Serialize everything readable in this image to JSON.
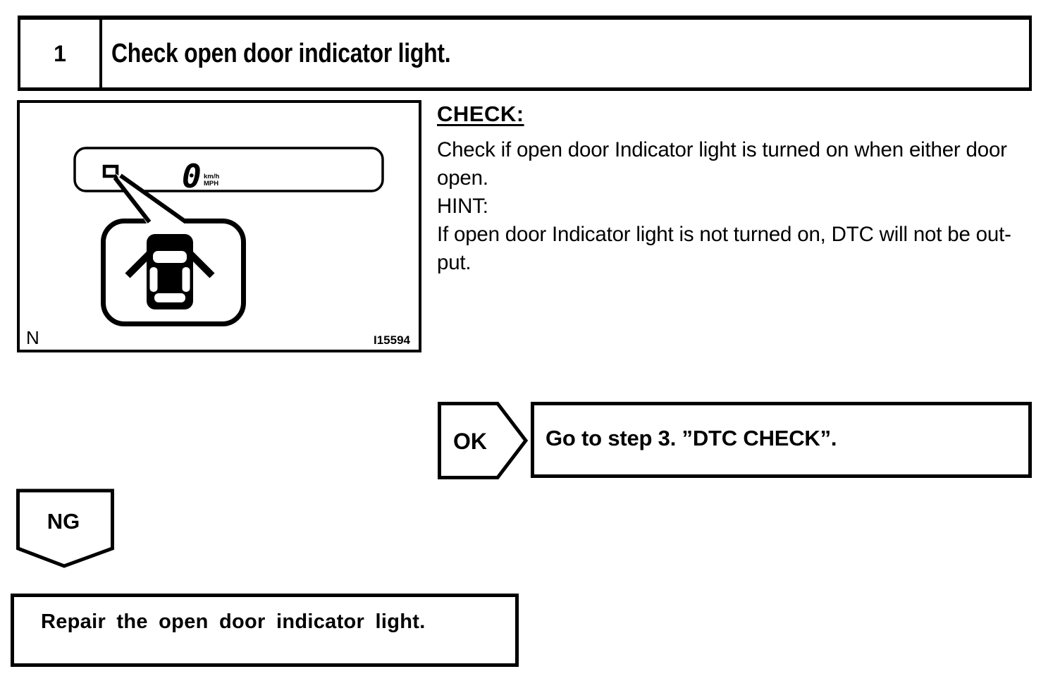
{
  "colors": {
    "ink": "#000000",
    "paper": "#ffffff"
  },
  "step_header": {
    "number": "1",
    "title": "Check open door indicator light."
  },
  "figure": {
    "display": {
      "speed": "0",
      "unit_top": "km/h",
      "unit_bottom": "MPH"
    },
    "corner_label": "N",
    "figure_id": "I15594"
  },
  "check_section": {
    "heading": "CHECK:",
    "lines": [
      "Check if open door Indicator light is turned on when either door",
      "open.",
      "HINT:",
      "If open door Indicator light is not turned on, DTC will not be out-",
      "put."
    ]
  },
  "ok_branch": {
    "label": "OK",
    "action": "Go to step 3. ”DTC CHECK”."
  },
  "ng_branch": {
    "label": "NG",
    "action": "Repair the open door indicator light."
  }
}
